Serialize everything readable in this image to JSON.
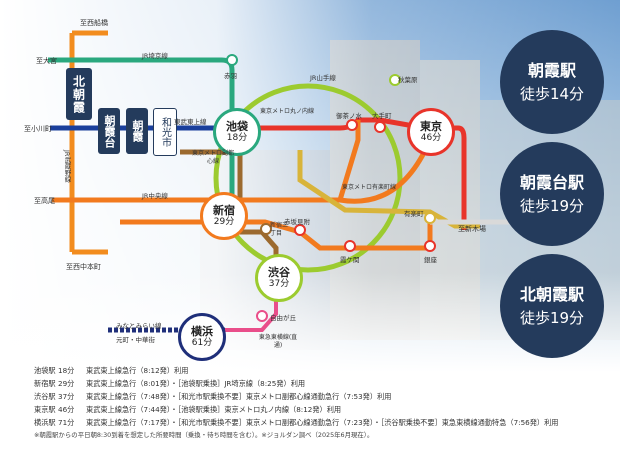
{
  "destinations": [
    {
      "label": "至西船橋"
    },
    {
      "label": "至大宮"
    },
    {
      "label": "至小川町"
    },
    {
      "label": "至高尾"
    },
    {
      "label": "至新木場"
    },
    {
      "label": "至西中本町"
    }
  ],
  "origin_stations": [
    {
      "name": "北朝霞"
    },
    {
      "name": "朝霞台"
    },
    {
      "name": "朝霞"
    },
    {
      "name": "和光市"
    }
  ],
  "major_stations": [
    {
      "name": "池袋",
      "minutes": "18分"
    },
    {
      "name": "東京",
      "minutes": "46分"
    },
    {
      "name": "新宿",
      "minutes": "29分"
    },
    {
      "name": "渋谷",
      "minutes": "37分"
    },
    {
      "name": "横浜",
      "minutes": "61分"
    }
  ],
  "minor_stations": [
    {
      "name": "赤羽"
    },
    {
      "name": "秋葉原"
    },
    {
      "name": "御茶ノ水"
    },
    {
      "name": "大手町"
    },
    {
      "name": "有楽町"
    },
    {
      "name": "赤坂見附"
    },
    {
      "name": "霞ケ関"
    },
    {
      "name": "銀座"
    },
    {
      "name": "新宿三丁目"
    },
    {
      "name": "自由が丘"
    }
  ],
  "line_labels": [
    {
      "text": "JR埼京線"
    },
    {
      "text": "JR山手線"
    },
    {
      "text": "東武東上線"
    },
    {
      "text": "東京メトロ丸ノ内線"
    },
    {
      "text": "東京メトロ副都心線"
    },
    {
      "text": "JR武蔵野線"
    },
    {
      "text": "JR中央線"
    },
    {
      "text": "東京メトロ有楽町線"
    },
    {
      "text": "みなとみらい線"
    },
    {
      "text": "元町・中華街"
    },
    {
      "text": "東急東横線(直通)"
    }
  ],
  "walk_badges": [
    {
      "station": "朝霞駅",
      "walk": "徒歩14分"
    },
    {
      "station": "朝霞台駅",
      "walk": "徒歩19分"
    },
    {
      "station": "北朝霞駅",
      "walk": "徒歩19分"
    }
  ],
  "route_notes": [
    {
      "station": "池袋駅",
      "minutes": "18分",
      "route": "東武東上線急行（8:12発）利用"
    },
    {
      "station": "新宿駅",
      "minutes": "29分",
      "route": "東武東上線急行（8:01発）・［池袋駅乗換］JR埼京線（8:25発）利用"
    },
    {
      "station": "渋谷駅",
      "minutes": "37分",
      "route": "東武東上線急行（7:48発）・［和光市駅乗換不要］東京メトロ副都心線通勤急行（7:53発）利用"
    },
    {
      "station": "東京駅",
      "minutes": "46分",
      "route": "東武東上線急行（7:44発）・［池袋駅乗換］東京メトロ丸ノ内線（8:12発）利用"
    },
    {
      "station": "横浜駅",
      "minutes": "71分",
      "route": "東武東上線急行（7:17発）・［和光市駅乗換不要］東京メトロ副都心線通勤急行（7:23発）・［渋谷駅乗換不要］東急東横線通勤特急（7:56発）利用"
    }
  ],
  "footnote": "※朝霞駅からの平日朝8:30到着を想定した所要時間（乗換・待ち時間を含む）。※ジョルダン調べ（2025年6月現在）。",
  "colors": {
    "tobu_tojo": "#1a3f9c",
    "saikyo": "#2aa87e",
    "yamanote": "#9ccb2f",
    "marunouchi": "#e8342a",
    "fukutoshin": "#9c6a2f",
    "musashino": "#f28c1e",
    "chuo": "#f27a1e",
    "yurakucho": "#d8b43a",
    "minatomirai": "#1f2f7a",
    "tokyu_toyoko": "#e94e8a",
    "badge_bg": "#243b5c",
    "keiyo": "#d9d9d9"
  }
}
